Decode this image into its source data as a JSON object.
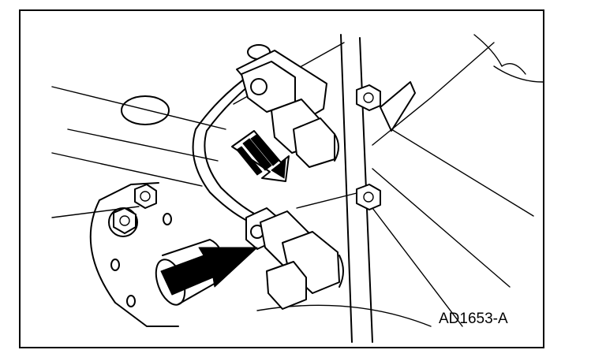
{
  "figure": {
    "id_label": "AD1653-A"
  },
  "colors": {
    "line": "#000000",
    "background": "#ffffff"
  },
  "illustration": {
    "parts": [
      "pipe-fitting",
      "brake-line",
      "mounting-bolt",
      "hose-bracket",
      "flange-plate"
    ],
    "arrows": [
      "pointer-arrow",
      "direction-arrow"
    ]
  }
}
